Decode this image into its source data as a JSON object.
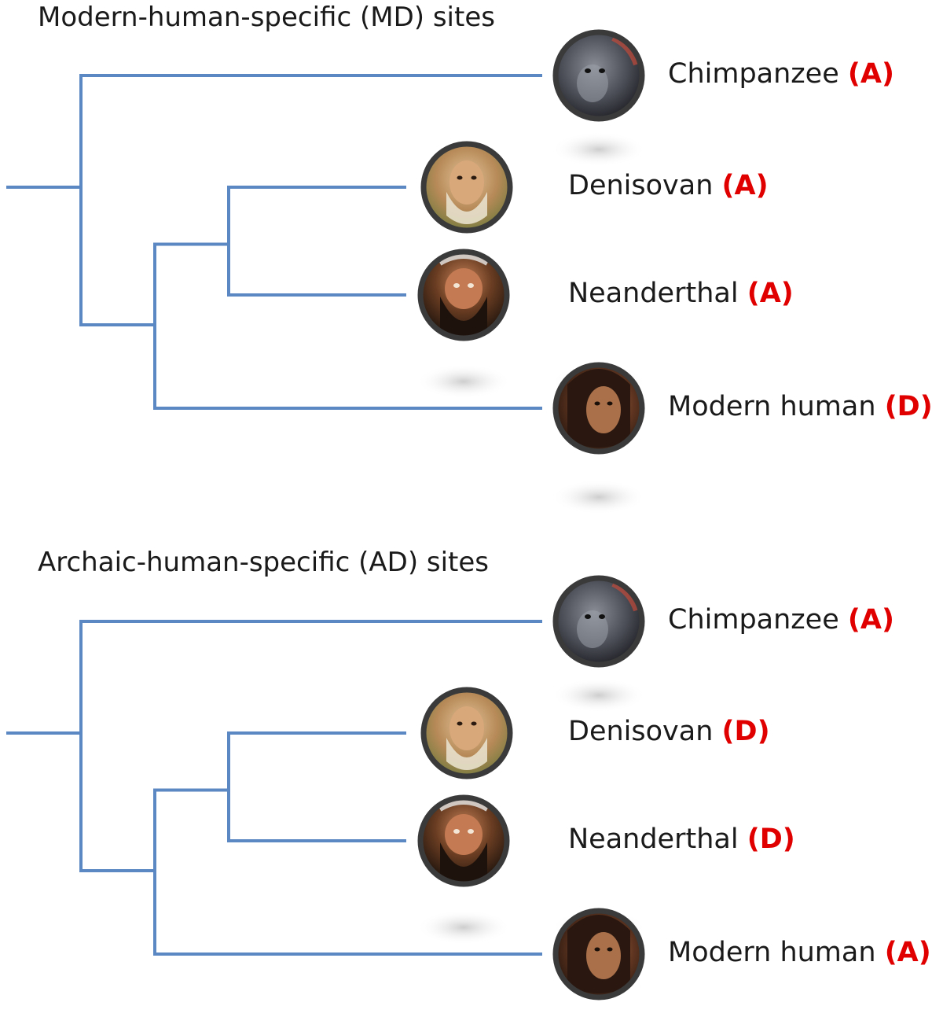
{
  "panels": [
    {
      "title": "Modern-human-specific (MD) sites",
      "taxa": [
        {
          "name": "Chimpanzee",
          "state": "(A)",
          "icon": "chimpanzee-portrait"
        },
        {
          "name": "Denisovan",
          "state": "(A)",
          "icon": "denisovan-portrait"
        },
        {
          "name": "Neanderthal",
          "state": "(A)",
          "icon": "neanderthal-portrait"
        },
        {
          "name": "Modern human",
          "state": "(D)",
          "icon": "modern-human-portrait"
        }
      ]
    },
    {
      "title": "Archaic-human-specific (AD) sites",
      "taxa": [
        {
          "name": "Chimpanzee",
          "state": "(A)",
          "icon": "chimpanzee-portrait"
        },
        {
          "name": "Denisovan",
          "state": "(D)",
          "icon": "denisovan-portrait"
        },
        {
          "name": "Neanderthal",
          "state": "(D)",
          "icon": "neanderthal-portrait"
        },
        {
          "name": "Modern human",
          "state": "(A)",
          "icon": "modern-human-portrait"
        }
      ]
    }
  ],
  "colors": {
    "branch": "#5b87c2",
    "state_text": "#e00000",
    "ring": "#3a3a3a",
    "chimp_skin": "#6b6e78",
    "denisovan_skin": "#c9a070",
    "neanderthal_skin": "#5a3a22",
    "human_skin": "#7a4a2c"
  }
}
